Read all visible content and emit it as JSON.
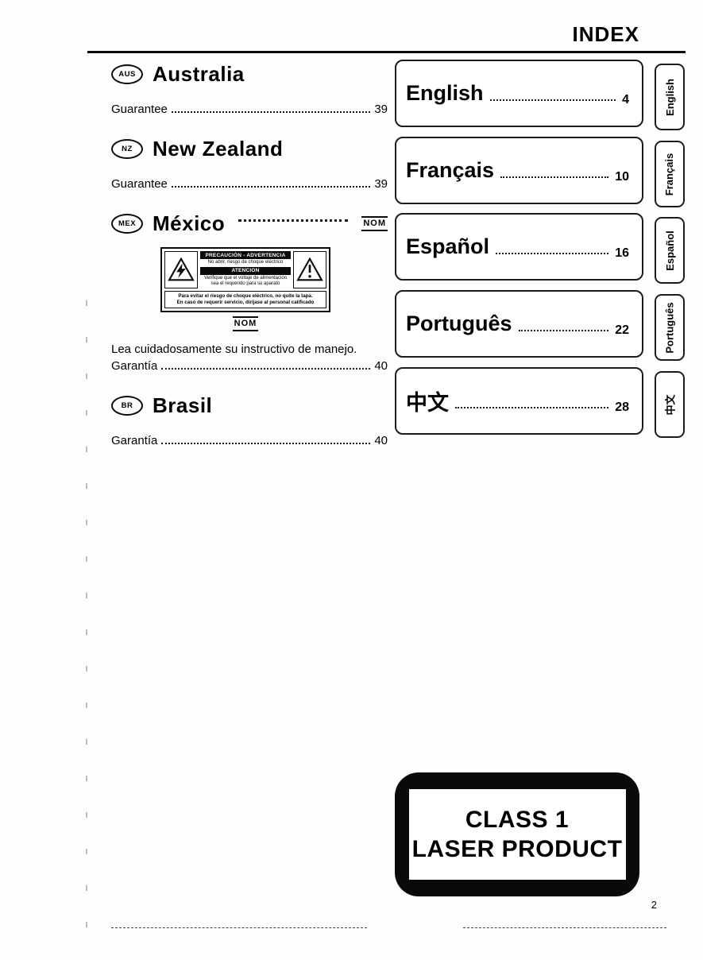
{
  "header": {
    "title": "INDEX"
  },
  "left": {
    "australia": {
      "badge": "AUS",
      "title": "Australia",
      "entry_label": "Guarantee",
      "entry_page": "39"
    },
    "new_zealand": {
      "badge": "NZ",
      "title": "New Zealand",
      "entry_label": "Guarantee",
      "entry_page": "39"
    },
    "mexico": {
      "badge": "MEX",
      "title": "México",
      "title_page": "NOM",
      "warning_label": {
        "header": "PRECAUCIÓN - ADVERTENCIA",
        "line1": "No abrir, riesgo de choque eléctrico",
        "subheader": "ATENCION",
        "line2": "Verifique que el voltaje de alimentación sea el requerido para su aparato",
        "footer1": "Para evitar el riesgo de choque eléctrico, no quite la tapa.",
        "footer2": "En caso de requerir servicio, diríjase al personal calificado",
        "logo": "NOM"
      },
      "note": "Lea cuidadosamente su instructivo de manejo.",
      "entry_label": "Garantía",
      "entry_page": "40"
    },
    "brasil": {
      "badge": "BR",
      "title": "Brasil",
      "entry_label": "Garantía",
      "entry_page": "40"
    }
  },
  "index_boxes": [
    {
      "label": "English",
      "page": "4",
      "tab": "English"
    },
    {
      "label": "Français",
      "page": "10",
      "tab": "Français"
    },
    {
      "label": "Español",
      "page": "16",
      "tab": "Español"
    },
    {
      "label": "Português",
      "page": "22",
      "tab": "Português"
    },
    {
      "label": "中文",
      "page": "28",
      "tab": "中文"
    }
  ],
  "laser_label": {
    "line1": "CLASS 1",
    "line2": "LASER PRODUCT"
  },
  "footer": {
    "page_number": "2"
  }
}
